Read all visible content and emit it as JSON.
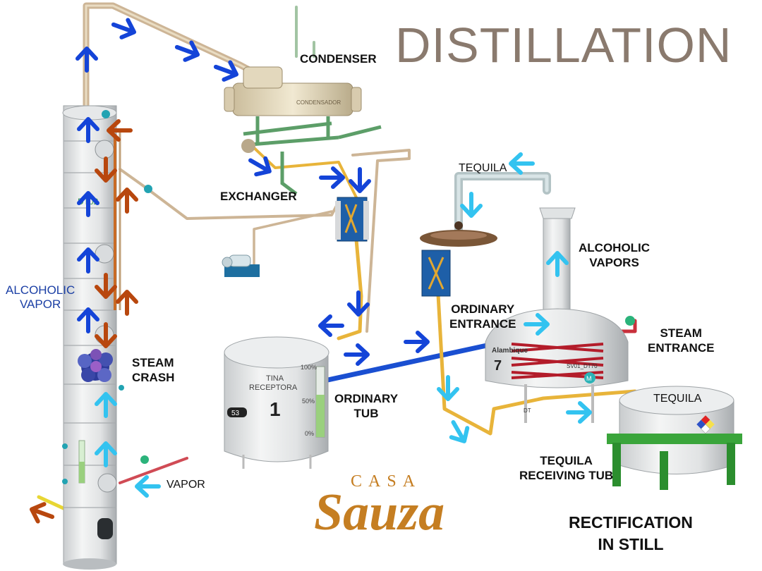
{
  "title": "DISTILLATION",
  "labels": {
    "condenser": "CONDENSER",
    "exchanger": "EXCHANGER",
    "tequila_top": "TEQUILA",
    "alcoholic_vapors_1": "ALCOHOLIC",
    "alcoholic_vapors_2": "VAPORS",
    "alcoholic_vapor_left_1": "ALCOHOLIC",
    "alcoholic_vapor_left_2": "VAPOR",
    "steam_crash_1": "STEAM",
    "steam_crash_2": "CRASH",
    "ordinary_entrance_1": "ORDINARY",
    "ordinary_entrance_2": "ENTRANCE",
    "steam_entrance_1": "STEAM",
    "steam_entrance_2": "ENTRANCE",
    "ordinary_tub_1": "ORDINARY",
    "ordinary_tub_2": "TUB",
    "tequila_right": "TEQUILA",
    "tequila_receiving_1": "TEQUILA",
    "tequila_receiving_2": "RECEIVING TUB",
    "vapor": "VAPOR",
    "rectification_1": "RECTIFICATION",
    "rectification_2": "IN STILL"
  },
  "equipment_text": {
    "condensador": "CONDENSADOR",
    "tina_1": "TINA",
    "tina_2": "RECEPTORA",
    "tina_number": "1",
    "tina_tag": "53",
    "level_100": "100%",
    "level_50": "50%",
    "level_0": "0%",
    "alambique": "Alambique",
    "alambique_number": "7",
    "valve_tag": "SV01_DT70",
    "motor_tag": "M",
    "dt_tag": "DT",
    "column_tag": "DT02"
  },
  "logo": {
    "top": "CASA",
    "main": "Sauza"
  },
  "colors": {
    "blue_arrow": "#1444d8",
    "cyan_arrow": "#33c3f0",
    "orange_arrow": "#b8470e",
    "pipe_tan": "#cdb596",
    "pipe_yellow": "#e8b43a",
    "pipe_blue": "#1a4fd1",
    "pipe_red": "#d04b55",
    "coil_red": "#b31c2a",
    "logo_gold": "#c57e22",
    "title_gray": "#8a7a6e"
  }
}
